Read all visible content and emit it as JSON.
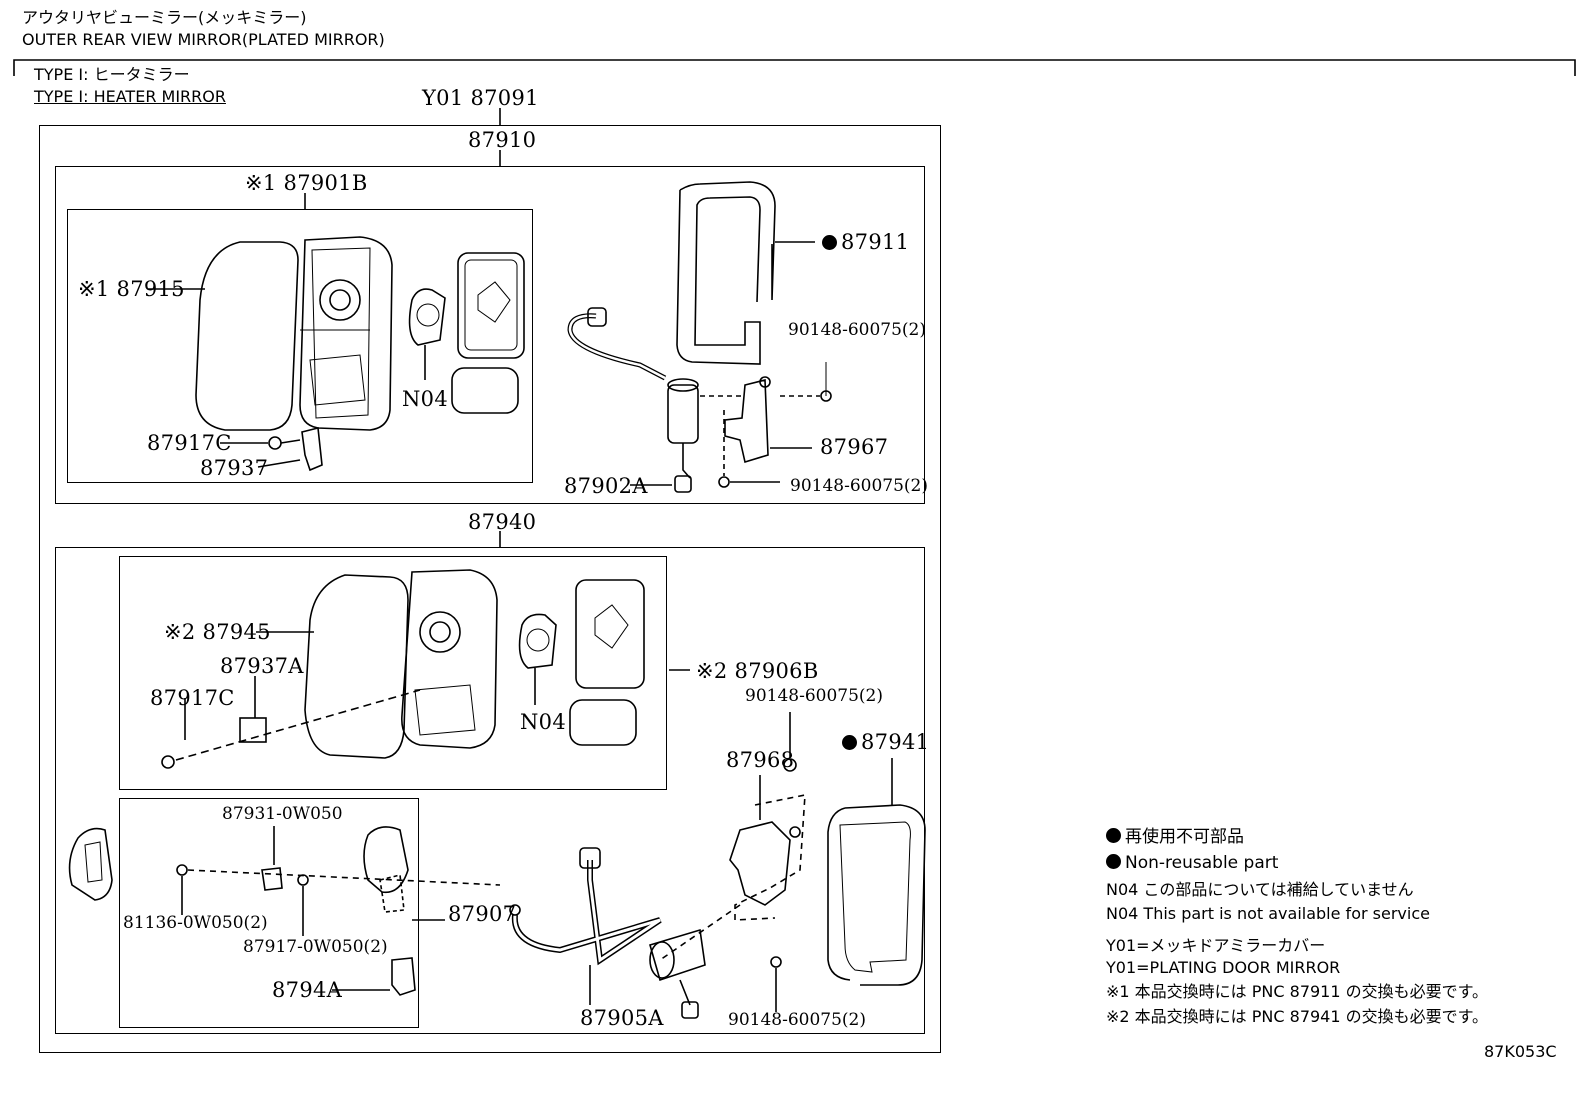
{
  "header": {
    "title_jp": "アウタリヤビューミラー(メッキミラー)",
    "title_en": "OUTER REAR VIEW MIRROR(PLATED MIRROR)",
    "type_jp": "TYPE I: ヒータミラー",
    "type_en": "TYPE I: HEATER MIRROR"
  },
  "parts": {
    "assembly": "Y01 87091",
    "upper_assy": "87910",
    "lower_assy": "87940",
    "p87901B": "※1 87901B",
    "p87915": "※1 87915",
    "pN04a": "N04",
    "p87917C_a": "87917C",
    "p87937": "87937",
    "p87911": "87911",
    "p90148_a": "90148-60075(2)",
    "p87967": "87967",
    "p87902A": "87902A",
    "p90148_b": "90148-60075(2)",
    "p87945": "※2 87945",
    "p87937A": "87937A",
    "p87917C_b": "87917C",
    "pN04b": "N04",
    "p87906B": "※2 87906B",
    "p90148_c": "90148-60075(2)",
    "p87941": "87941",
    "p87968": "87968",
    "p87931": "87931-0W050",
    "p81136": "81136-0W050(2)",
    "p87917": "87917-0W050(2)",
    "p8794A": "8794A",
    "p87907": "87907",
    "p87905A": "87905A",
    "p90148_d": "90148-60075(2)"
  },
  "legend": {
    "nonreuse_jp": "再使用不可部品",
    "nonreuse_en": "Non-reusable part",
    "n04_jp": "N04 この部品については補給していません",
    "n04_en": "N04 This part is not available for service",
    "y01_jp": "Y01=メッキドアミラーカバー",
    "y01_en": "Y01=PLATING DOOR MIRROR",
    "note1": "※1 本品交換時には PNC 87911 の交換も必要です。",
    "note2": "※2 本品交換時には PNC 87941 の交換も必要です。"
  },
  "figure_code": "87K053C"
}
